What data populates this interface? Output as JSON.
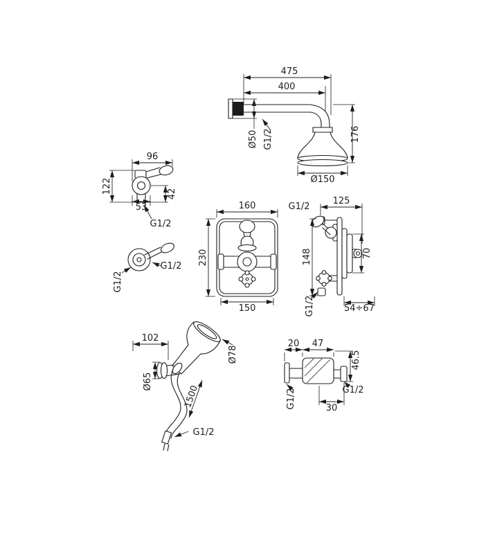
{
  "colors": {
    "line": "#1d1d1d",
    "background": "#ffffff"
  },
  "components": {
    "overhead_shower": {
      "dims": {
        "total_reach": "475",
        "arm_length": "400",
        "pipe_diameter": "Ø50",
        "thread": "G1/2",
        "head_height": "176",
        "head_diameter": "Ø150"
      }
    },
    "stop_valve": {
      "dims": {
        "width": "96",
        "height": "122",
        "body_width": "53",
        "depth": "42",
        "thread": "G1/2"
      }
    },
    "wall_outlet": {
      "dims": {
        "thread_side": "G1/2",
        "thread_wall": "G1/2"
      }
    },
    "mixer_front": {
      "dims": {
        "plate_width": "160",
        "plate_height": "230",
        "cutout_width": "150"
      }
    },
    "mixer_side": {
      "dims": {
        "thread_top": "G1/2",
        "width": "125",
        "height": "148",
        "body_height": "70",
        "thread_bottom": "G1/2",
        "depth_range": "54÷67"
      }
    },
    "hand_shower": {
      "dims": {
        "bracket_width": "102",
        "head_diameter": "Ø78",
        "flange_diameter": "Ø65",
        "hose_length": "1500",
        "thread": "G1/2"
      }
    },
    "wall_elbow": {
      "dims": {
        "dim_20": "20",
        "dim_47": "47",
        "dim_46_5": "46.5",
        "thread_side": "G1/2",
        "thread_wall": "G1/2",
        "dim_30": "30"
      }
    }
  }
}
